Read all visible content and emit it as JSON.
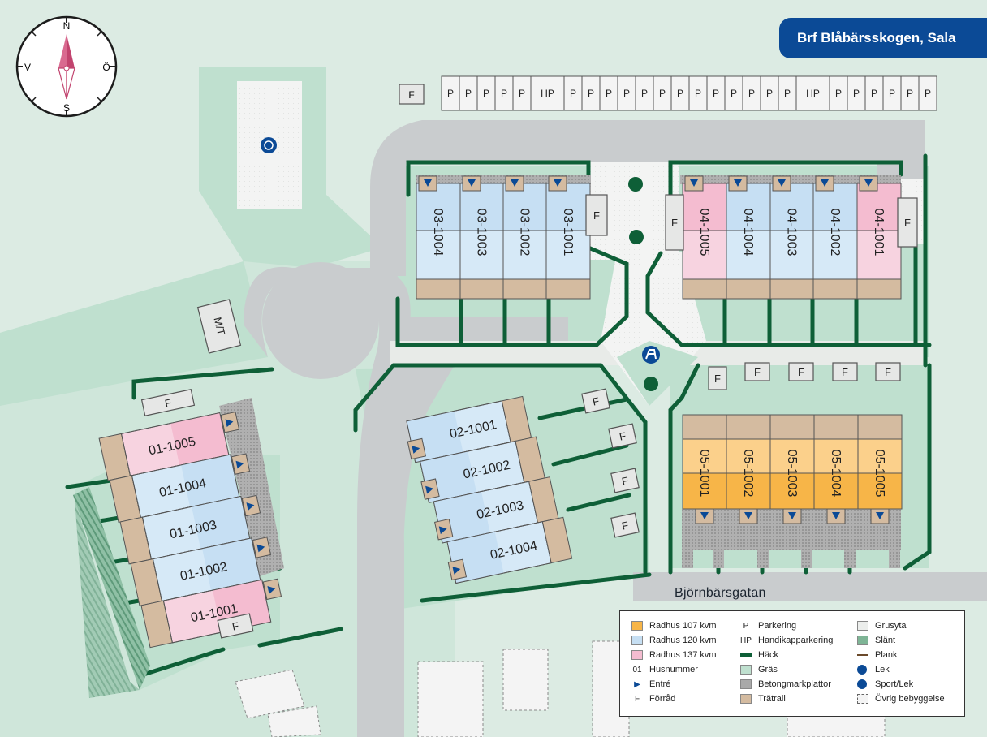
{
  "header": {
    "title": "Brf Blåbärsskogen, Sala"
  },
  "compass": {
    "north": "N",
    "south": "S",
    "east": "Ö",
    "west": "V"
  },
  "street": "Björnbärsgatan",
  "colors": {
    "radhus_107": "#f7b548",
    "radhus_120": "#c6dff3",
    "radhus_137": "#f4bcd0",
    "grass": "#bfe0cf",
    "hedge": "#0e5f37",
    "paving": "#a9a9a9",
    "deck": "#d4bba0",
    "road": "#c9ccce",
    "brand": "#0b4a96"
  },
  "buildings": {
    "row01": [
      "01-1005",
      "01-1004",
      "01-1003",
      "01-1002",
      "01-1001"
    ],
    "row02": [
      "02-1001",
      "02-1002",
      "02-1003",
      "02-1004"
    ],
    "row03": [
      "03-1004",
      "03-1003",
      "03-1002",
      "03-1001"
    ],
    "row04": [
      "04-1005",
      "04-1004",
      "04-1003",
      "04-1002",
      "04-1001"
    ],
    "row05": [
      "05-1001",
      "05-1002",
      "05-1003",
      "05-1004",
      "05-1005"
    ]
  },
  "structures": {
    "storage": "F",
    "mt": "M/T"
  },
  "parking": [
    "P",
    "P",
    "P",
    "P",
    "P",
    "HP",
    "P",
    "P",
    "P",
    "P",
    "P",
    "P",
    "P",
    "P",
    "P",
    "P",
    "P",
    "P",
    "P",
    "HP",
    "P",
    "P",
    "P",
    "P",
    "P",
    "P"
  ],
  "legend": {
    "col1": [
      {
        "sym": "",
        "label": "Radhus 107 kvm"
      },
      {
        "sym": "",
        "label": "Radhus 120 kvm"
      },
      {
        "sym": "",
        "label": "Radhus 137 kvm"
      },
      {
        "sym": "01",
        "label": "Husnummer"
      },
      {
        "sym": "▶",
        "label": "Entré"
      },
      {
        "sym": "F",
        "label": "Förråd"
      }
    ],
    "col2": [
      {
        "sym": "P",
        "label": "Parkering"
      },
      {
        "sym": "HP",
        "label": "Handikapparkering"
      },
      {
        "sym": "",
        "label": "Häck"
      },
      {
        "sym": "",
        "label": "Gräs"
      },
      {
        "sym": "",
        "label": "Betongmarkplattor"
      },
      {
        "sym": "",
        "label": "Trätrall"
      }
    ],
    "col3": [
      {
        "sym": "",
        "label": "Grusyta"
      },
      {
        "sym": "",
        "label": "Slänt"
      },
      {
        "sym": "",
        "label": "Plank"
      },
      {
        "sym": "",
        "label": "Lek"
      },
      {
        "sym": "",
        "label": "Sport/Lek"
      },
      {
        "sym": "",
        "label": "Övrig bebyggelse"
      }
    ]
  }
}
